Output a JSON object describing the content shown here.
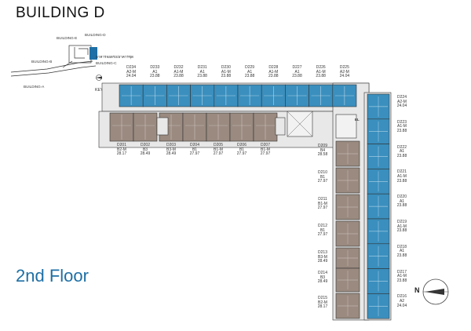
{
  "title": "BUILDING D",
  "floor": "2nd Floor",
  "key_plan": {
    "caption": "KEY PLAN",
    "buildings": [
      "BUILDING-E",
      "BUILDING-D",
      "BUILDING-B",
      "BUILDING-C",
      "BUILDING-A"
    ],
    "thai_note": "อาคารจอดรถ/อาคารชุด"
  },
  "lift_label": "EL",
  "compass_label": "N",
  "colors": {
    "sea_view": "#3a8fbe",
    "garden_view": "#9a8a80",
    "accent": "#1e6fa5"
  },
  "units_top": [
    {
      "code": "D234",
      "type": "A2-M",
      "area": "24.04"
    },
    {
      "code": "D233",
      "type": "A1",
      "area": "23.88"
    },
    {
      "code": "D232",
      "type": "A1-M",
      "area": "23.88"
    },
    {
      "code": "D231",
      "type": "A1",
      "area": "23.88"
    },
    {
      "code": "D230",
      "type": "A1-M",
      "area": "23.88"
    },
    {
      "code": "D229",
      "type": "A1",
      "area": "23.88"
    },
    {
      "code": "D228",
      "type": "A1-M",
      "area": "23.88"
    },
    {
      "code": "D227",
      "type": "A1",
      "area": "23.88"
    },
    {
      "code": "D226",
      "type": "A1-M",
      "area": "23.88"
    },
    {
      "code": "D225",
      "type": "A2-M",
      "area": "24.04"
    }
  ],
  "units_bottom": [
    {
      "code": "D201",
      "type": "B2-M",
      "area": "28.17"
    },
    {
      "code": "D202",
      "type": "B3",
      "area": "28.49"
    },
    {
      "code": "D203",
      "type": "B3-M",
      "area": "28.49"
    },
    {
      "code": "D204",
      "type": "B1",
      "area": "27.97"
    },
    {
      "code": "D205",
      "type": "B1-M",
      "area": "27.97"
    },
    {
      "code": "D206",
      "type": "B1",
      "area": "27.97"
    },
    {
      "code": "D207",
      "type": "B1-M",
      "area": "27.97"
    }
  ],
  "units_right_inner": [
    {
      "code": "D209",
      "type": "B4",
      "area": "28.58"
    },
    {
      "code": "D210",
      "type": "B1",
      "area": "27.97"
    },
    {
      "code": "D211",
      "type": "B1-M",
      "area": "27.97"
    },
    {
      "code": "D212",
      "type": "B1",
      "area": "27.97"
    },
    {
      "code": "D213",
      "type": "B3-M",
      "area": "28.49"
    },
    {
      "code": "D214",
      "type": "B3",
      "area": "28.49"
    },
    {
      "code": "D215",
      "type": "B2-M",
      "area": "28.17"
    }
  ],
  "units_right_outer": [
    {
      "code": "D224",
      "type": "A2-M",
      "area": "24.04"
    },
    {
      "code": "D223",
      "type": "A1-M",
      "area": "23.88"
    },
    {
      "code": "D222",
      "type": "A1",
      "area": "23.88"
    },
    {
      "code": "D221",
      "type": "A1-M",
      "area": "23.88"
    },
    {
      "code": "D220",
      "type": "A1",
      "area": "23.88"
    },
    {
      "code": "D219",
      "type": "A1-M",
      "area": "23.88"
    },
    {
      "code": "D218",
      "type": "A1",
      "area": "23.88"
    },
    {
      "code": "D217",
      "type": "A1-M",
      "area": "23.88"
    },
    {
      "code": "D216",
      "type": "A2",
      "area": "24.04"
    }
  ]
}
